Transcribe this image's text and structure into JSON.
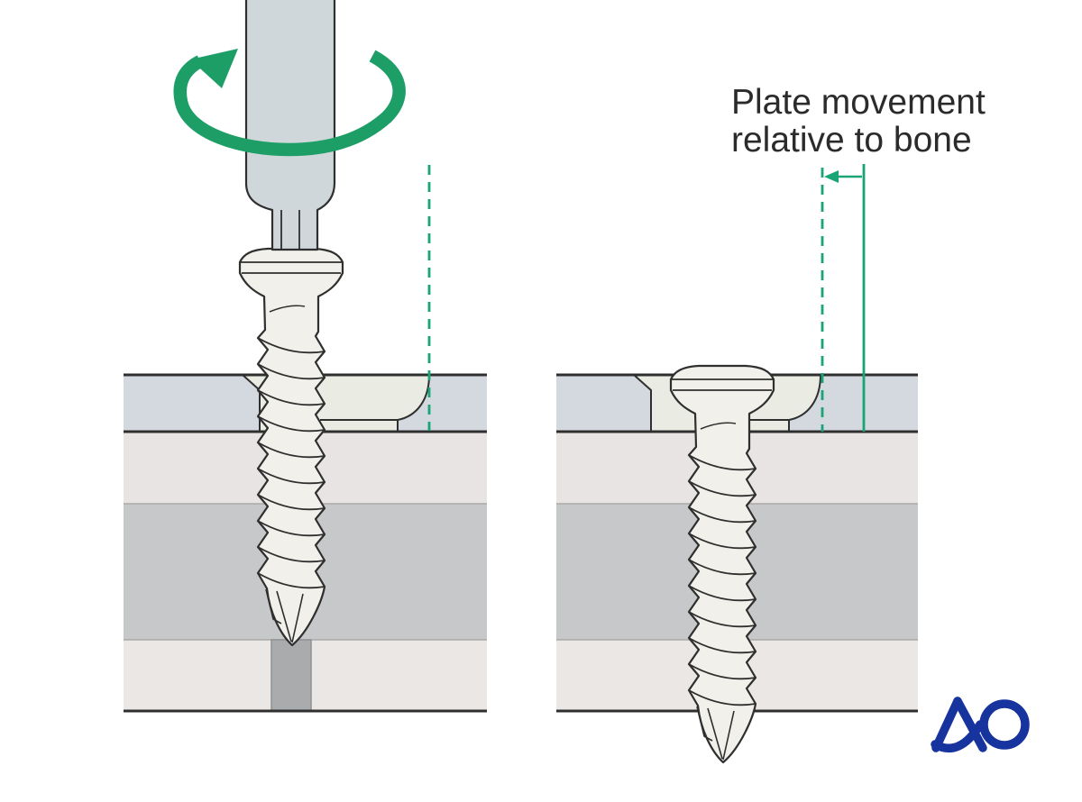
{
  "annotation": {
    "line1": "Plate movement",
    "line2": "relative to bone"
  },
  "logo": {
    "text": "AO"
  },
  "diagram": {
    "left_figure": "screw-being-inserted-through-plate-with-screwdriver",
    "right_figure": "screw-fully-seated-plate-shifted-relative-to-bone",
    "parts": [
      "screwdriver",
      "rotation-arrow",
      "bone-screw",
      "plate",
      "plate-hole-recess",
      "bone-cortex",
      "bone-cancellous",
      "pilot-hole",
      "reference-lines",
      "movement-arrow"
    ]
  },
  "colors": {
    "background": "#ffffff",
    "outline": "#2f2f2f",
    "plate": "#d4d9e0",
    "bone-cortex": "#e8e4e3",
    "bone-cancellous": "#c7c8ca",
    "bone-lower": "#eae7e4",
    "layer-line": "#aaaaa8",
    "screw": "#f1f0ea",
    "recess": "#eaece3",
    "drill-hole": "#a9abac",
    "drill-hole-edge": "#8f9193",
    "driver": "#cfd7db",
    "rotation-green": "#1e9e67",
    "measure-teal": "#18a474",
    "text": "#2b2b2b",
    "logo-blue": "#16339e"
  }
}
